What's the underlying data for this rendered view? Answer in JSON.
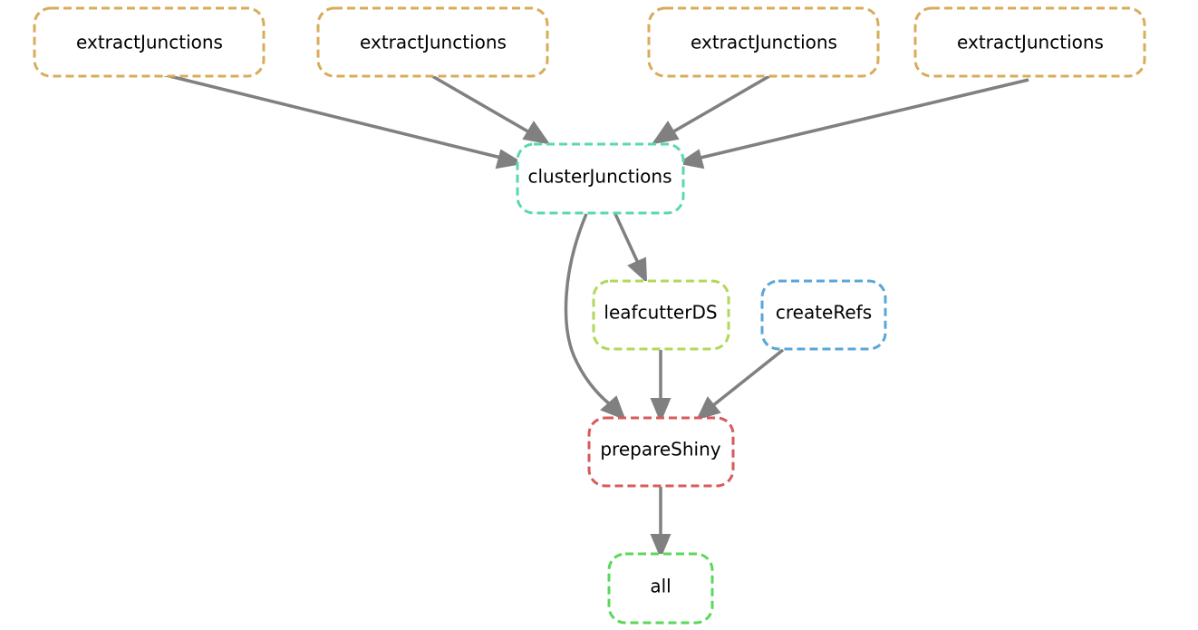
{
  "nodes": {
    "extract1": {
      "label": "extractJunctions",
      "color": "#d8ac5b"
    },
    "extract2": {
      "label": "extractJunctions",
      "color": "#d8ac5b"
    },
    "extract3": {
      "label": "extractJunctions",
      "color": "#d8ac5b"
    },
    "extract4": {
      "label": "extractJunctions",
      "color": "#d8ac5b"
    },
    "cluster": {
      "label": "clusterJunctions",
      "color": "#59d8b1"
    },
    "leafcutter": {
      "label": "leafcutterDS",
      "color": "#b1d85a"
    },
    "refs": {
      "label": "createRefs",
      "color": "#59a6d8"
    },
    "shiny": {
      "label": "prepareShiny",
      "color": "#d85a5a"
    },
    "all": {
      "label": "all",
      "color": "#5ad85a"
    }
  },
  "edges": [
    {
      "from": "extract1",
      "to": "cluster"
    },
    {
      "from": "extract2",
      "to": "cluster"
    },
    {
      "from": "extract3",
      "to": "cluster"
    },
    {
      "from": "extract4",
      "to": "cluster"
    },
    {
      "from": "cluster",
      "to": "leafcutter"
    },
    {
      "from": "cluster",
      "to": "shiny"
    },
    {
      "from": "leafcutter",
      "to": "shiny"
    },
    {
      "from": "refs",
      "to": "shiny"
    },
    {
      "from": "shiny",
      "to": "all"
    }
  ],
  "edge_color": "#808080"
}
